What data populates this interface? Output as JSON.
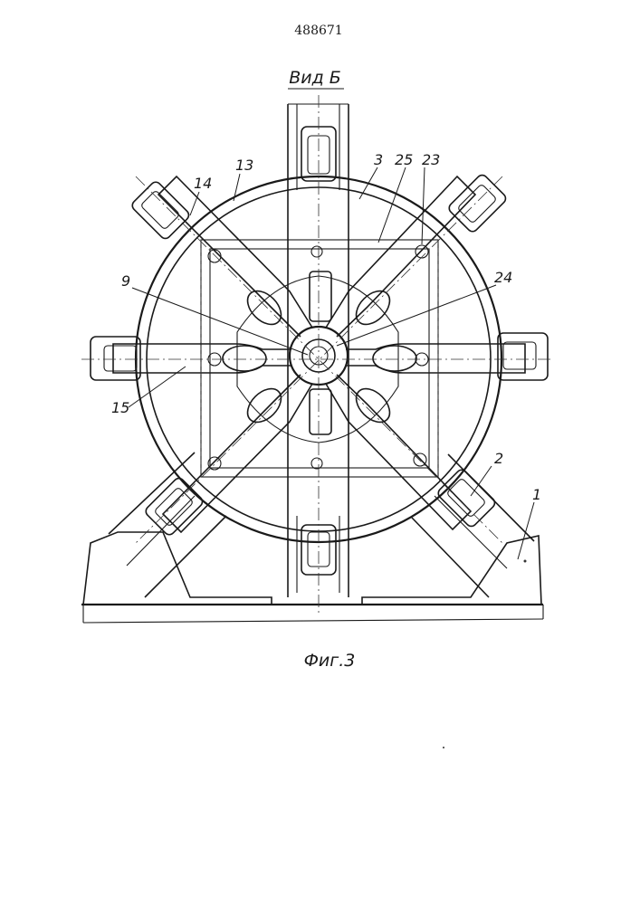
{
  "header": {
    "patent_number": "488671"
  },
  "view_title": "Вид Б",
  "figure_caption": "Фиг.3",
  "callouts": [
    {
      "id": "13",
      "text": "13"
    },
    {
      "id": "14",
      "text": "14"
    },
    {
      "id": "3",
      "text": "3"
    },
    {
      "id": "25",
      "text": "25"
    },
    {
      "id": "23",
      "text": "23"
    },
    {
      "id": "9",
      "text": "9"
    },
    {
      "id": "24",
      "text": "24"
    },
    {
      "id": "15",
      "text": "15"
    },
    {
      "id": "2",
      "text": "2"
    },
    {
      "id": "1",
      "text": "1"
    }
  ]
}
